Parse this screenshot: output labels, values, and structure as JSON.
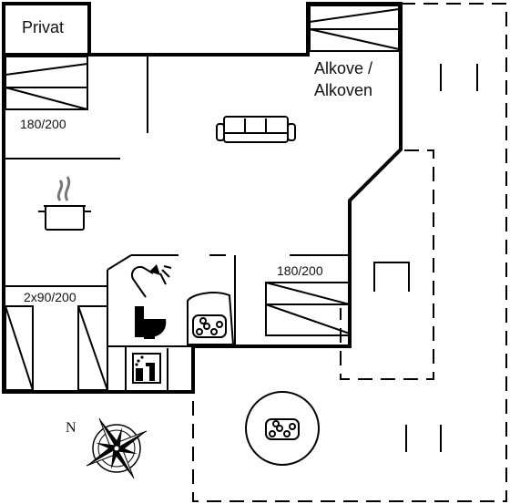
{
  "labels": {
    "privat": "Privat",
    "alkove_line1": "Alkove /",
    "alkove_line2": "Alkoven",
    "bed_180_200_left": "180/200",
    "bed_180_200_right": "180/200",
    "bunks_2x90_200": "2x90/200",
    "north": "N"
  },
  "icons": [
    "sofa-icon",
    "cooking-pot-icon",
    "shower-icon",
    "toilet-icon",
    "whirlpool-icon",
    "sauna-icon",
    "compass-rose-icon"
  ],
  "colors": {
    "line": "#000000",
    "background": "#ffffff"
  }
}
